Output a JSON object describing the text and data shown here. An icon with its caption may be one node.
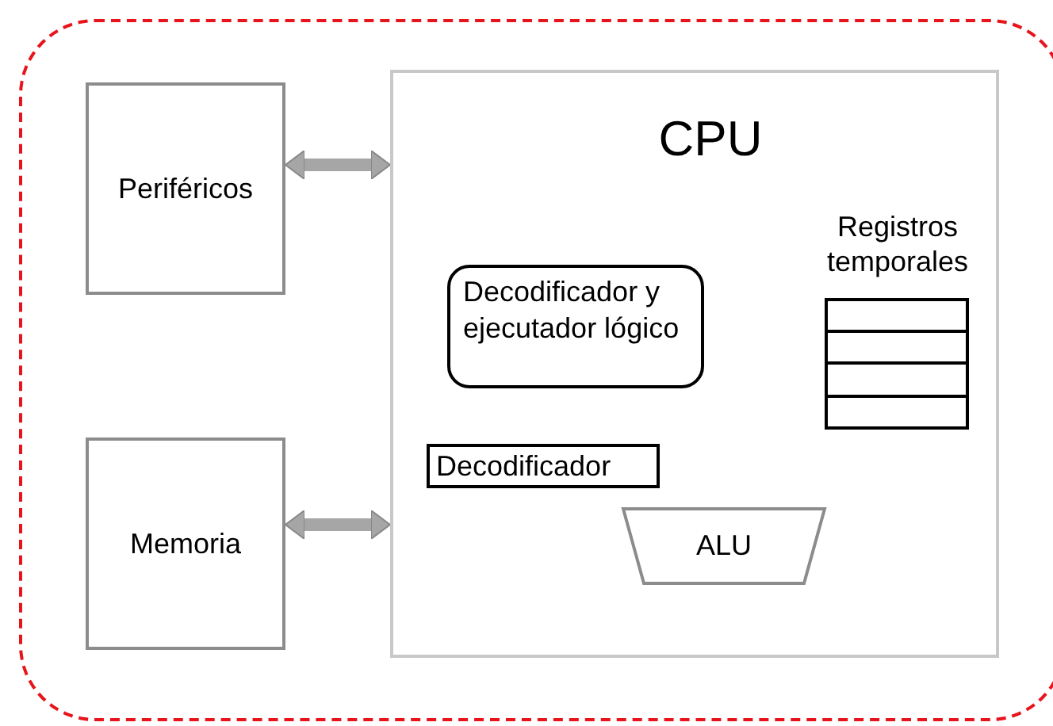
{
  "diagram": {
    "nodes": [
      {
        "text": [],
        "shape": "box"
      },
      {
        "text": [
          "Periféricos"
        ],
        "in": 0
      },
      {
        "text": [
          "Memoria"
        ],
        "in": 0
      },
      {
        "text": [
          "CPU"
        ],
        "in": 0
      },
      {
        "text": [
          "Decodificador y ejecutador lógico"
        ],
        "in": 3
      },
      {
        "text": [
          "Decodificador"
        ],
        "in": 3
      },
      {
        "text": [
          "ALU"
        ],
        "in": 3
      },
      {
        "text": [
          "Registros temporales"
        ],
        "in": 3
      }
    ],
    "edges": [
      {
        "from": 1,
        "to": 3,
        "arrow": "both"
      },
      {
        "from": 2,
        "to": 3,
        "arrow": "both"
      }
    ]
  }
}
